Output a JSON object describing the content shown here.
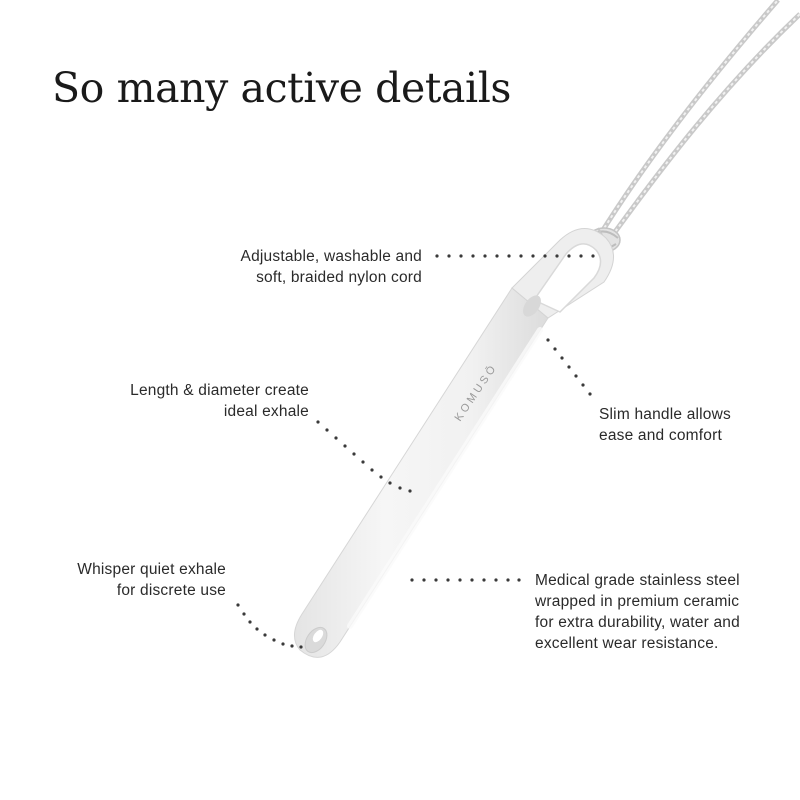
{
  "headline": "So many active details",
  "brand_mark": "KOMUSŌ",
  "callouts": {
    "cord": [
      "Adjustable, washable and",
      "soft, braided nylon cord"
    ],
    "length": [
      "Length & diameter create",
      "ideal exhale"
    ],
    "handle": [
      "Slim handle allows",
      "ease and comfort"
    ],
    "quiet": [
      "Whisper quiet exhale",
      "for discrete use"
    ],
    "material": [
      "Medical grade stainless steel",
      "wrapped in premium ceramic",
      "for extra durability, water and",
      "excellent wear resistance."
    ]
  },
  "colors": {
    "background": "#ffffff",
    "text": "#2a2a2a",
    "product": "#f2f2f2",
    "dots": "#3a3a3a"
  }
}
